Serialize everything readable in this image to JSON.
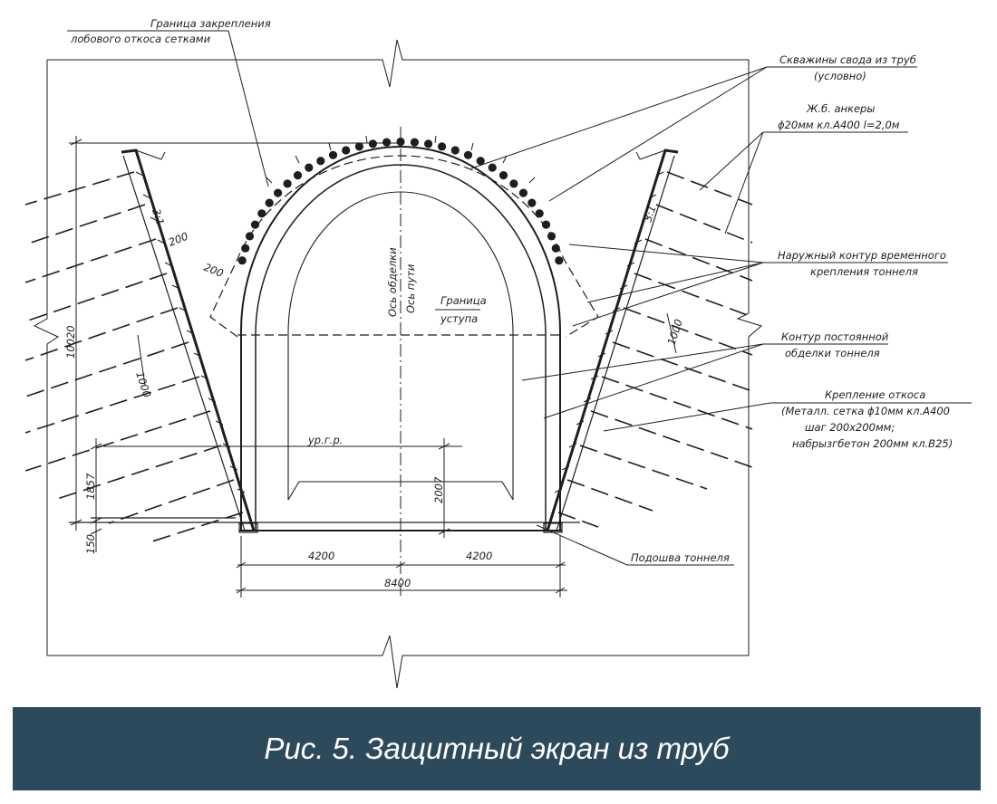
{
  "labels": {
    "mesh_boundary_1": "Граница закрепления",
    "mesh_boundary_2": "лобового откоса сетками",
    "pipe_wells_1": "Скважины свода из труб",
    "pipe_wells_2": "(условно)",
    "anchors_1": "Ж.б. анкеры",
    "anchors_2": "ϕ20мм кл.A400 l=2,0м",
    "outer_contour_1": "Наружный контур временного",
    "outer_contour_2": "крепления тоннеля",
    "lining_contour_1": "Контур постоянной",
    "lining_contour_2": "обделки тоннеля",
    "slope_support_1": "Крепление откоса",
    "slope_support_2": "(Металл. сетка  ϕ10мм кл.A400",
    "slope_support_3": "шаг 200х200мм;",
    "slope_support_4": "набрызгбетон 200мм кл.B25)",
    "tunnel_floor": "Подошва тоннеля",
    "ledge_boundary_1": "Граница",
    "ledge_boundary_2": "уступа",
    "lining_axis": "Ось обделки",
    "track_axis": "Ось пути",
    "groundwater_level": "ур.г.р."
  },
  "dimensions": {
    "height_total": "10020",
    "height_1857": "1857",
    "height_150": "150",
    "height_2007": "2007",
    "half_width_left": "4200",
    "half_width_right": "4200",
    "width_total": "8400",
    "anchor_spacing_left": "1000",
    "anchor_spacing_right": "1000",
    "offset_200_a": "200",
    "offset_200_b": "200",
    "slope_left": "3:1",
    "slope_right": "3:1"
  },
  "caption": "Рис. 5. Защитный экран из труб",
  "colors": {
    "caption_bg": "#2d4a5c",
    "line": "#1e1e1e"
  }
}
